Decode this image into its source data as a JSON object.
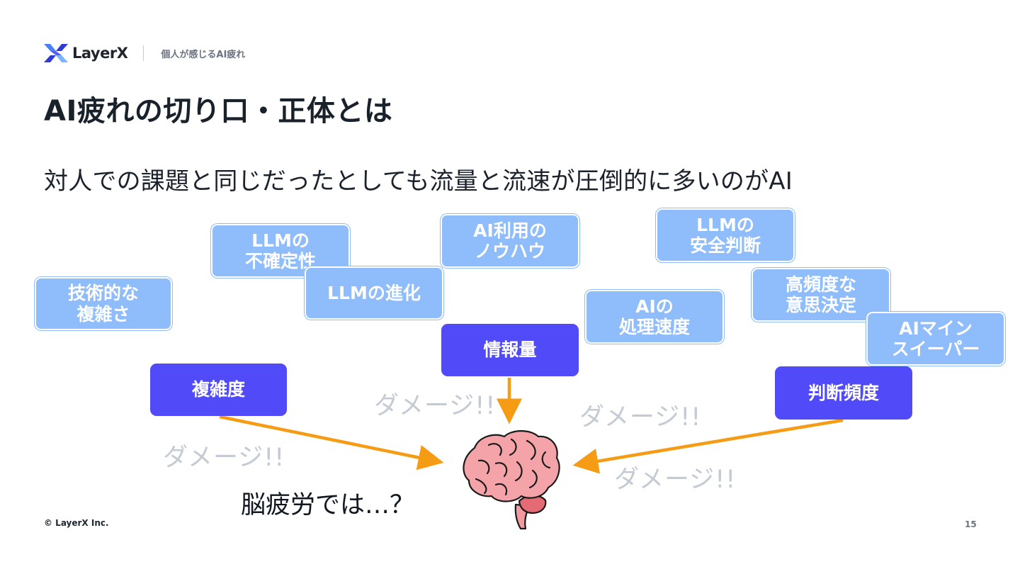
{
  "header": {
    "logo_text": "LayerX",
    "section": "個人が感じるAI疲れ"
  },
  "title": "AI疲れの切り口・正体とは",
  "subtitle": "対人での課題と同じだったとしても流量と流速が圧倒的に多いのがAI",
  "factors": {
    "technical_complexity": "技術的な\n複雑さ",
    "llm_uncertainty": "LLMの\n不確定性",
    "llm_evolution": "LLMの進化",
    "ai_knowhow": "AI利用の\nノウハウ",
    "llm_safety": "LLMの\n安全判断",
    "frequent_decisions": "高頻度な\n意思決定",
    "ai_processing_speed": "AIの\n処理速度",
    "ai_minesweeper": "AIマイン\nスイーパー"
  },
  "categories": {
    "complexity": "複雑度",
    "information": "情報量",
    "judgment_frequency": "判断頻度"
  },
  "damage_text": "ダメージ!!",
  "question": "脳疲労では…？",
  "footer": {
    "copyright": "© LayerX Inc.",
    "page_number": "15"
  },
  "colors": {
    "light_box": "#8fbcfa",
    "dark_box": "#514af8",
    "arrow": "#f59b14",
    "damage": "#c5cbd4"
  }
}
